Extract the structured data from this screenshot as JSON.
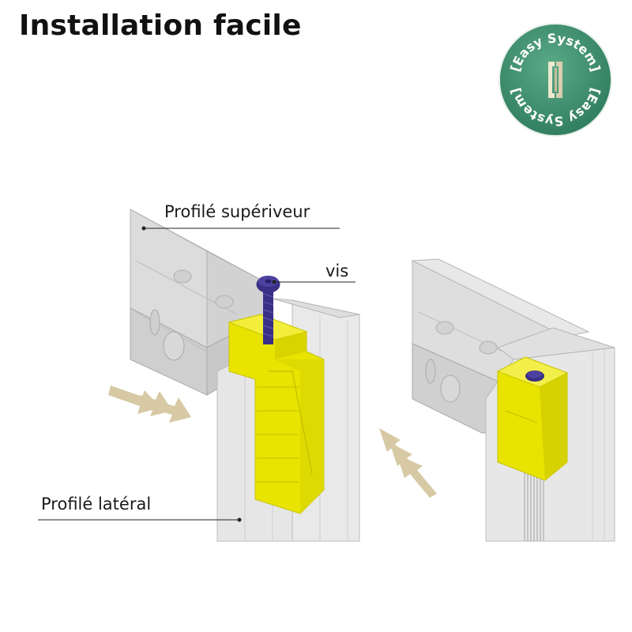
{
  "title": "Installation facile",
  "labels": {
    "top_profile": "Profilé supériveur",
    "screw": "vis",
    "side_profile": "Profilé latéral"
  },
  "badge": {
    "text_top": "[Easy System]",
    "text_bottom": "[Easy System]",
    "color": "#3e9070",
    "icon": "bracket-icon"
  },
  "colors": {
    "profile": "#d9d9d9",
    "connector": "#e6e000",
    "screw": "#3a2f86",
    "arrow": "#d6c9a4"
  }
}
